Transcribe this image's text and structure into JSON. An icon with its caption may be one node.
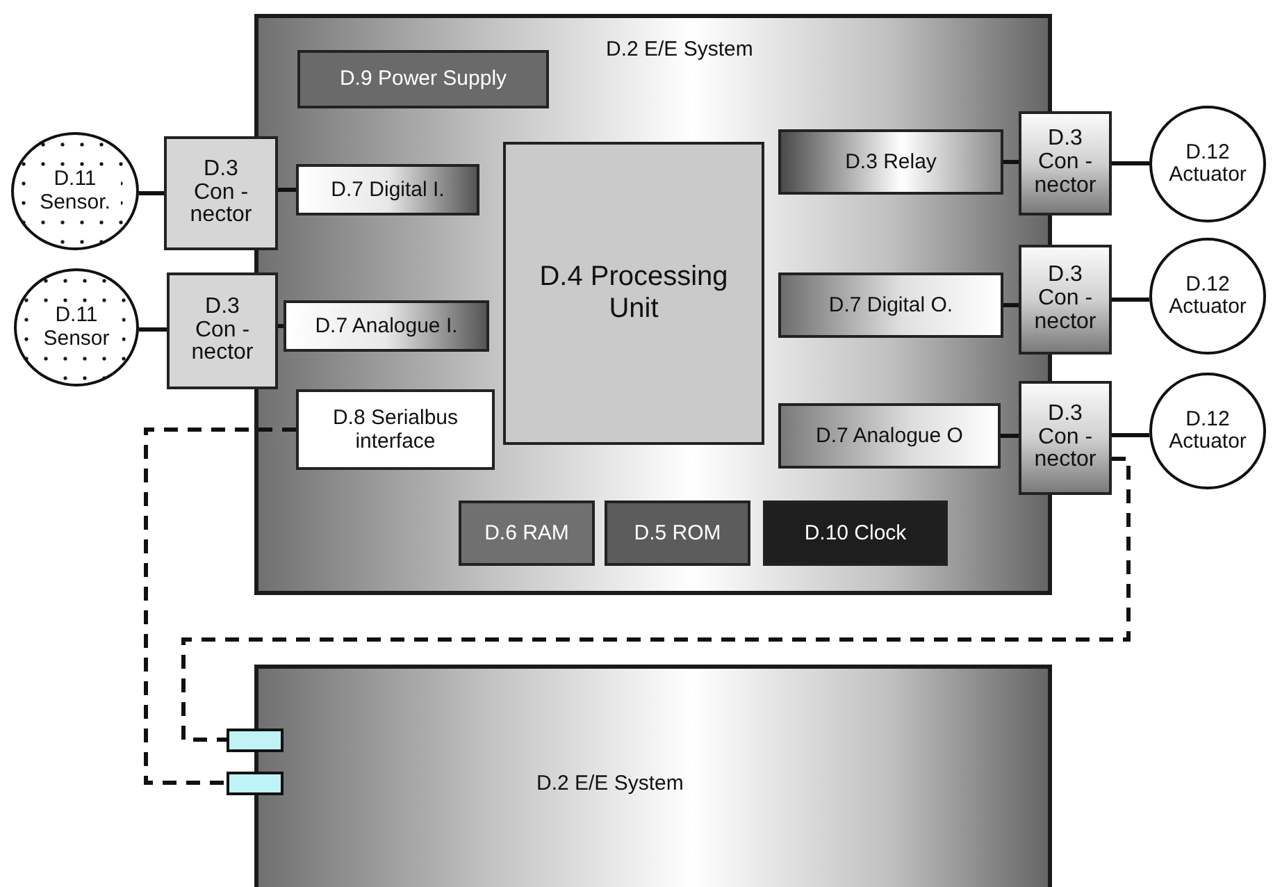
{
  "diagram": {
    "nodes": [
      {
        "text": [
          "D.2 E/E System"
        ]
      },
      {
        "text": [
          "D.9 Power Supply"
        ],
        "in": 0
      },
      {
        "text": [
          "D.4 Processing Unit"
        ],
        "in": 0
      },
      {
        "text": [
          "D.7 Digital I."
        ],
        "in": 0
      },
      {
        "text": [
          "D.7 Analogue I."
        ],
        "in": 0
      },
      {
        "text": [
          "D.8 Serialbus interface"
        ],
        "in": 0
      },
      {
        "text": [
          "D.3 Relay"
        ],
        "in": 0
      },
      {
        "text": [
          "D.7 Digital O."
        ],
        "in": 0
      },
      {
        "text": [
          "D.7 Analogue O"
        ],
        "in": 0
      },
      {
        "text": [
          "D.6 RAM"
        ],
        "in": 0
      },
      {
        "text": [
          "D.5 ROM"
        ],
        "in": 0
      },
      {
        "text": [
          "D.10 Clock"
        ],
        "in": 0
      },
      {
        "text": [
          "D.11 Sensor."
        ]
      },
      {
        "text": [
          "D.3 Con - nector"
        ]
      },
      {
        "text": [
          "D.11 Sensor"
        ]
      },
      {
        "text": [
          "D.3 Con - nector"
        ]
      },
      {
        "text": [
          "D.3 Con - nector"
        ]
      },
      {
        "text": [
          "D.12 Actuator"
        ]
      },
      {
        "text": [
          "D.3 Con - nector"
        ]
      },
      {
        "text": [
          "D.12 Actuator"
        ]
      },
      {
        "text": [
          "D.3 Con - nector"
        ]
      },
      {
        "text": [
          "D.12 Actuator"
        ]
      },
      {
        "text": [
          "D.2 E/E System"
        ]
      },
      {
        "text": [],
        "shape": "box"
      },
      {
        "text": [],
        "shape": "box"
      }
    ],
    "edges": [
      {
        "from": 12,
        "to": 13,
        "arrow": "none"
      },
      {
        "from": 13,
        "to": 3,
        "arrow": "none"
      },
      {
        "from": 14,
        "to": 15,
        "arrow": "none"
      },
      {
        "from": 15,
        "to": 4,
        "arrow": "none"
      },
      {
        "from": 6,
        "to": 16,
        "arrow": "none"
      },
      {
        "from": 16,
        "to": 17,
        "arrow": "none"
      },
      {
        "from": 7,
        "to": 18,
        "arrow": "none"
      },
      {
        "from": 18,
        "to": 19,
        "arrow": "none"
      },
      {
        "from": 8,
        "to": 20,
        "arrow": "none"
      },
      {
        "from": 20,
        "to": 21,
        "arrow": "none"
      },
      {
        "from": 5,
        "to": 24,
        "arrow": "none",
        "style": "dashed"
      },
      {
        "from": 20,
        "to": 23,
        "arrow": "none",
        "style": "dashed"
      }
    ]
  }
}
